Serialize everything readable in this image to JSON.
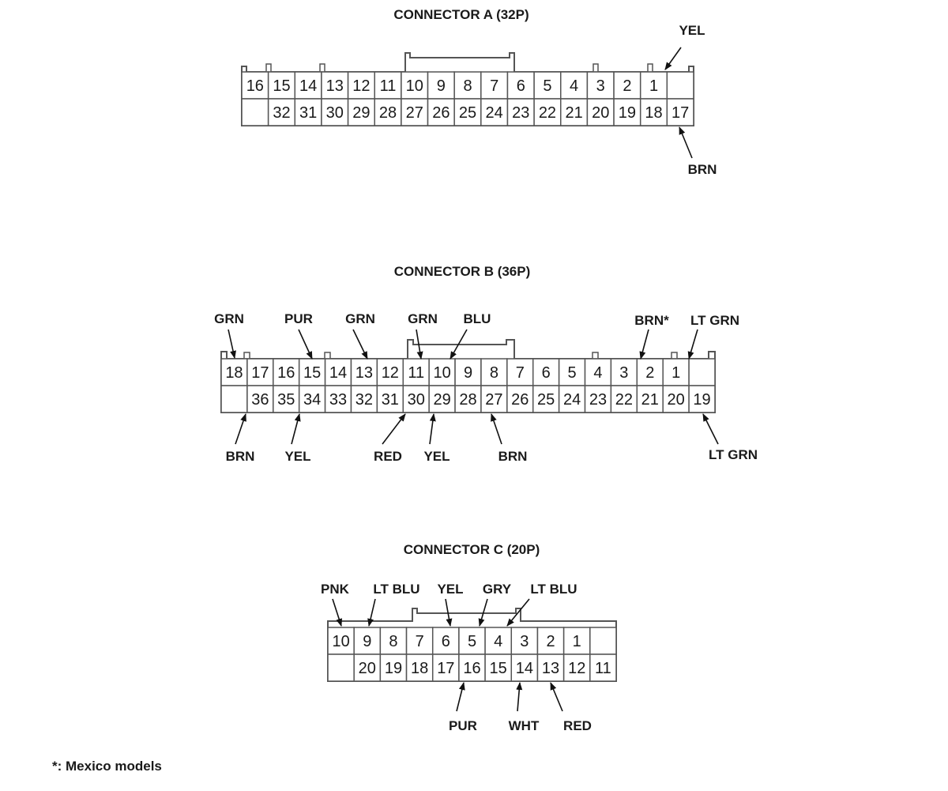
{
  "connectors": [
    {
      "title": "CONNECTOR A (32P)",
      "top_row": [
        "16",
        "15",
        "14",
        "13",
        "12",
        "11",
        "10",
        "9",
        "8",
        "7",
        "6",
        "5",
        "4",
        "3",
        "2",
        "1",
        ""
      ],
      "bottom_row": [
        "",
        "32",
        "31",
        "30",
        "29",
        "28",
        "27",
        "26",
        "25",
        "24",
        "23",
        "22",
        "21",
        "20",
        "19",
        "18",
        "17"
      ],
      "wires": [
        {
          "label": "YEL",
          "pin": "1"
        },
        {
          "label": "BRN",
          "pin": "17"
        }
      ]
    },
    {
      "title": "CONNECTOR B (36P)",
      "top_row": [
        "18",
        "17",
        "16",
        "15",
        "14",
        "13",
        "12",
        "11",
        "10",
        "9",
        "8",
        "7",
        "6",
        "5",
        "4",
        "3",
        "2",
        "1",
        ""
      ],
      "bottom_row": [
        "",
        "36",
        "35",
        "34",
        "33",
        "32",
        "31",
        "30",
        "29",
        "28",
        "27",
        "26",
        "25",
        "24",
        "23",
        "22",
        "21",
        "20",
        "19"
      ],
      "wires": [
        {
          "label": "GRN",
          "pin": "18"
        },
        {
          "label": "PUR",
          "pin": "15"
        },
        {
          "label": "GRN",
          "pin": "13"
        },
        {
          "label": "GRN",
          "pin": "11"
        },
        {
          "label": "BLU",
          "pin": "10"
        },
        {
          "label": "BRN*",
          "pin": "3"
        },
        {
          "label": "LT GRN",
          "pin": "1"
        },
        {
          "label": "BRN",
          "pin": "36"
        },
        {
          "label": "YEL",
          "pin": "34"
        },
        {
          "label": "RED",
          "pin": "30"
        },
        {
          "label": "YEL",
          "pin": "29"
        },
        {
          "label": "BRN",
          "pin": "27"
        },
        {
          "label": "LT GRN",
          "pin": "19"
        }
      ]
    },
    {
      "title": "CONNECTOR C (20P)",
      "top_row": [
        "10",
        "9",
        "8",
        "7",
        "6",
        "5",
        "4",
        "3",
        "2",
        "1",
        ""
      ],
      "bottom_row": [
        "",
        "20",
        "19",
        "18",
        "17",
        "16",
        "15",
        "14",
        "13",
        "12",
        "11"
      ],
      "wires": [
        {
          "label": "PNK",
          "pin": "10"
        },
        {
          "label": "LT BLU",
          "pin": "9"
        },
        {
          "label": "YEL",
          "pin": "6"
        },
        {
          "label": "GRY",
          "pin": "5"
        },
        {
          "label": "LT BLU",
          "pin": "4"
        },
        {
          "label": "PUR",
          "pin": "16"
        },
        {
          "label": "WHT",
          "pin": "14"
        },
        {
          "label": "RED",
          "pin": "13"
        }
      ]
    }
  ],
  "footnote": "*: Mexico models"
}
